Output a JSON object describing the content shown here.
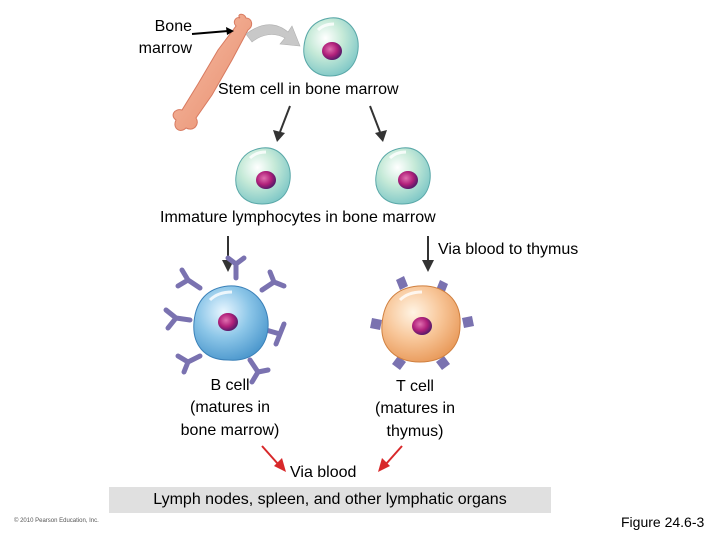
{
  "labels": {
    "bone_marrow_1": "Bone",
    "bone_marrow_2": "marrow",
    "stem_cell": "Stem cell in bone marrow",
    "immature": "Immature lymphocytes in bone marrow",
    "via_thymus": "Via blood to thymus",
    "b_cell_1": "B cell",
    "b_cell_2": "(matures in",
    "b_cell_3": "bone marrow)",
    "t_cell_1": "T cell",
    "t_cell_2": "(matures in",
    "t_cell_3": "thymus)",
    "via_blood": "Via  blood",
    "lymph": "Lymph nodes, spleen, and other lymphatic organs",
    "copyright": "© 2010 Pearson Education, Inc.",
    "figure": "Figure 24.6-3"
  },
  "colors": {
    "stem_cell_fill": "#c6ead8",
    "b_cell_fill": "#8cc6e8",
    "t_cell_fill": "#f8c79a",
    "receptor": "#7a72b0",
    "nucleus": "#c0287a",
    "bone": "#f0a48a",
    "red_arrow": "#d8282a",
    "lymph_box": "#e0e0e0"
  }
}
